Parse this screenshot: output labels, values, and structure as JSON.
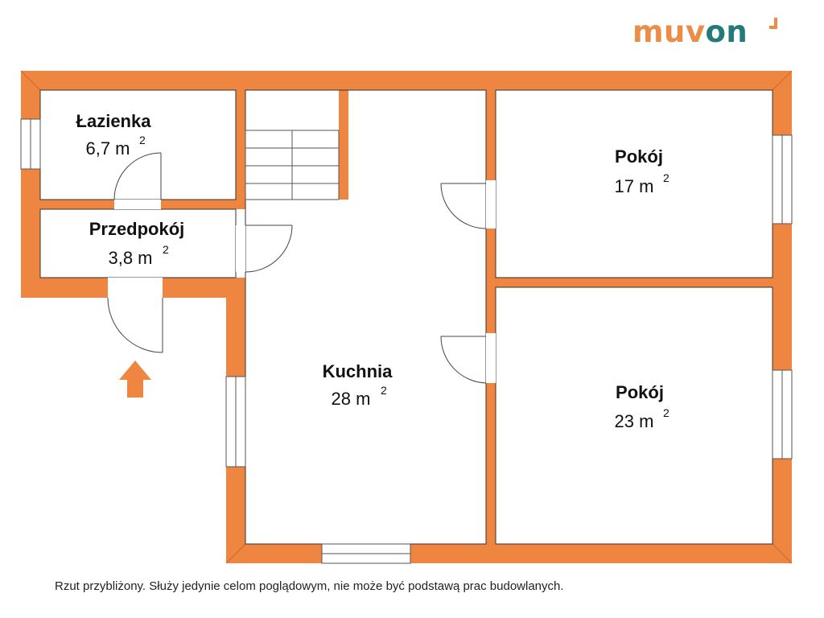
{
  "logo": {
    "text_part1": "muv",
    "text_part2": "on"
  },
  "rooms": [
    {
      "name": "Łazienka",
      "area": "6,7 m",
      "unit_exp": "2"
    },
    {
      "name": "Przedpokój",
      "area": "3,8 m",
      "unit_exp": "2"
    },
    {
      "name": "Kuchnia",
      "area": "28 m",
      "unit_exp": "2"
    },
    {
      "name": "Pokój",
      "area": "17 m",
      "unit_exp": "2"
    },
    {
      "name": "Pokój",
      "area": "23 m",
      "unit_exp": "2"
    }
  ],
  "disclaimer": "Rzut przybliżony. Służy jedynie celom poglądowym, nie może być podstawą prac budowlanych.",
  "colors": {
    "wall": "#ee8540",
    "logo_orange": "#e98d49",
    "logo_teal": "#24797b",
    "entrance_arrow": "#ee8540"
  },
  "icons": {
    "entrance": "entrance-arrow-icon",
    "stairs": "stairs-icon"
  }
}
